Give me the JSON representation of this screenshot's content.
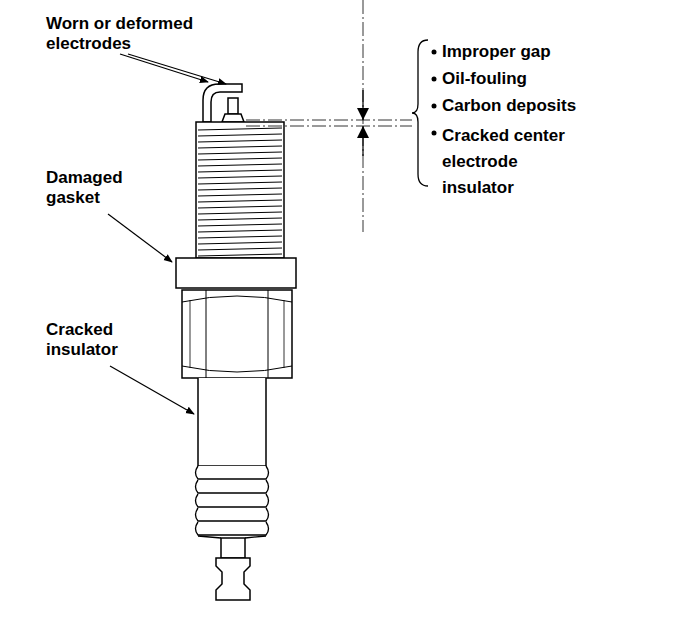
{
  "diagram": {
    "labels": [
      "Worn or deformed electrodes",
      "Damaged gasket",
      "Cracked insulator",
      "Improper gap",
      "Oil-fouling",
      "Carbon deposits",
      "Cracked center electrode insulator"
    ]
  }
}
